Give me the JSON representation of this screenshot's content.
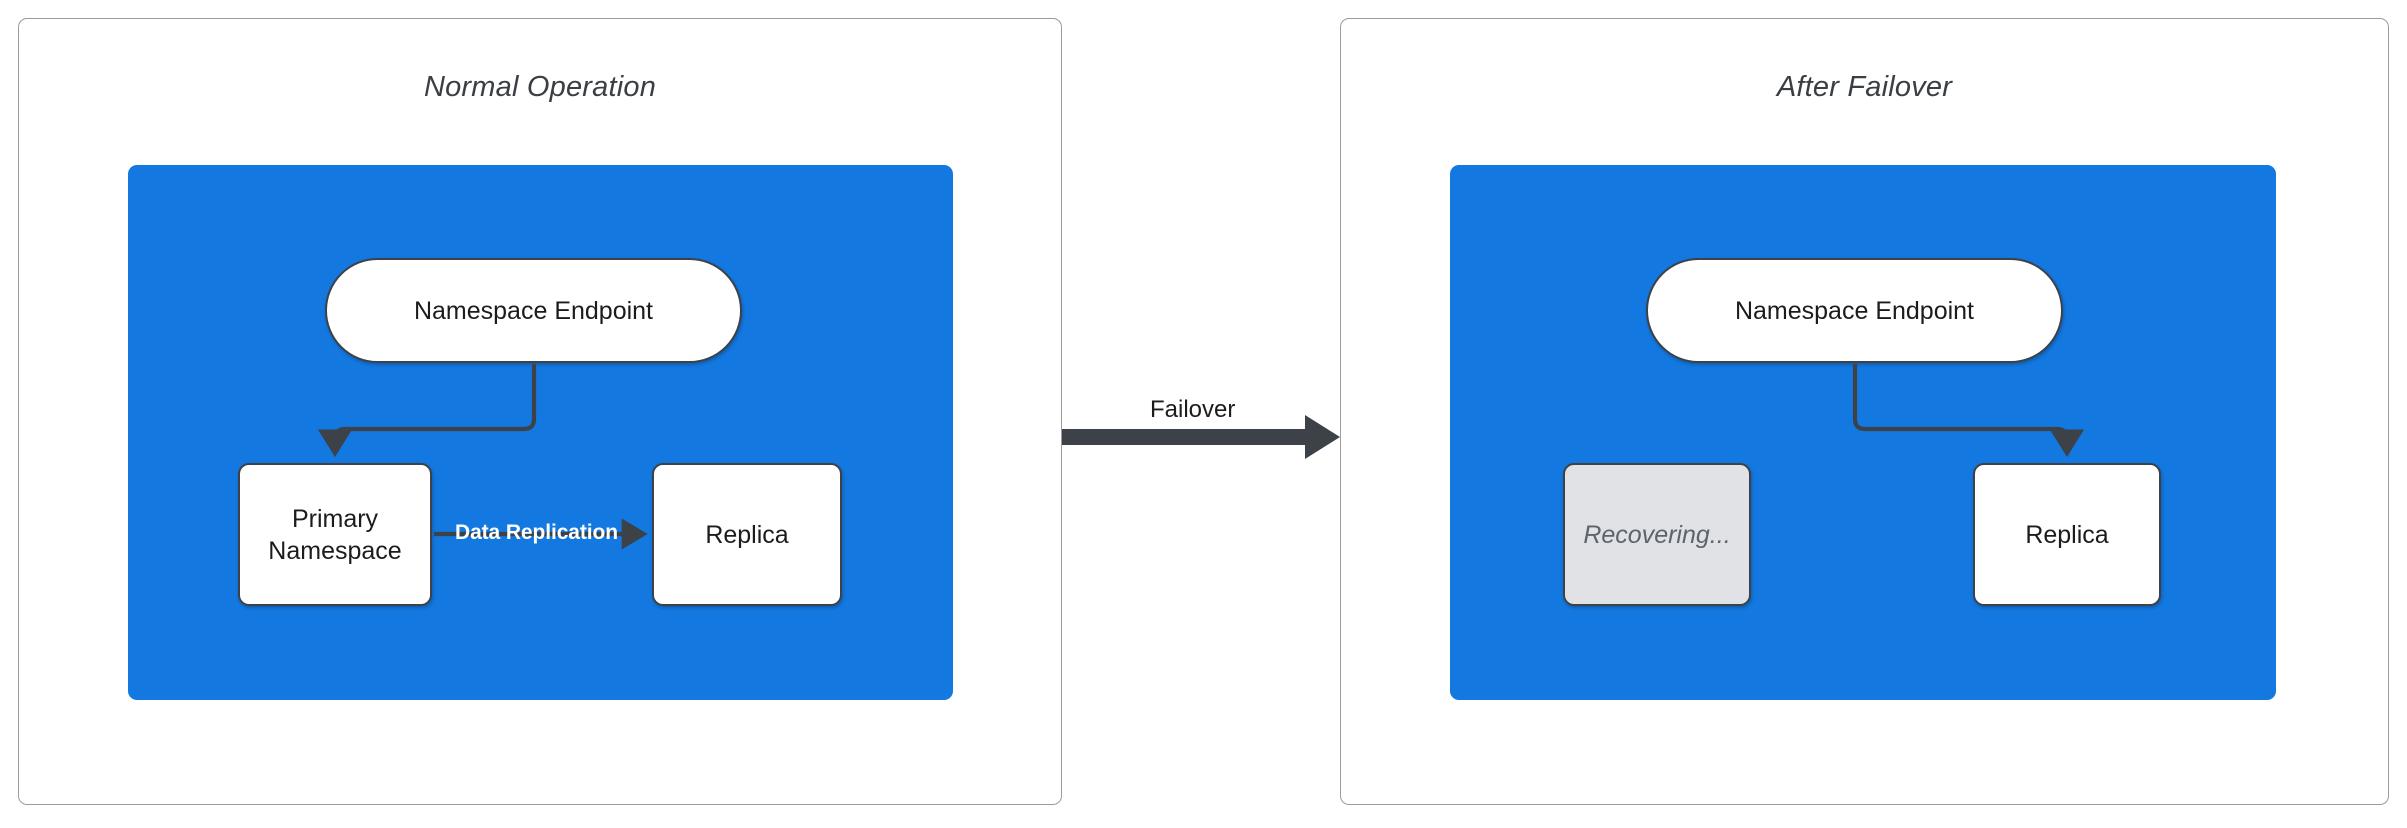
{
  "diagram": {
    "title_left": "Normal Operation",
    "title_right": "After Failover",
    "colors": {
      "zone_blue": "#1378e0",
      "node_stroke": "#3c4248",
      "node_fill": "#ffffff",
      "muted_fill": "#e0e2e5",
      "muted_text": "#5d646c",
      "panel_border": "#9c9c9c",
      "arrow_dark": "#3c4248",
      "replication_label": "#ffffff"
    }
  },
  "panels": [
    {
      "id": "normal-operation",
      "title": "Normal Operation",
      "nodes": [
        {
          "id": "namespace-endpoint-left",
          "label": "Namespace Endpoint",
          "shape": "pill",
          "state": "active"
        },
        {
          "id": "primary-namespace",
          "label": "Primary\nNamespace",
          "shape": "rectangle",
          "state": "active"
        },
        {
          "id": "replica-left",
          "label": "Replica",
          "shape": "rectangle",
          "state": "active"
        }
      ],
      "edges": [
        {
          "from": "namespace-endpoint-left",
          "to": "primary-namespace",
          "label": ""
        },
        {
          "from": "primary-namespace",
          "to": "replica-left",
          "label": "Data Replication"
        }
      ]
    },
    {
      "id": "after-failover",
      "title": "After Failover",
      "nodes": [
        {
          "id": "namespace-endpoint-right",
          "label": "Namespace Endpoint",
          "shape": "pill",
          "state": "active"
        },
        {
          "id": "recovering",
          "label": "Recovering...",
          "shape": "rectangle",
          "state": "recovering"
        },
        {
          "id": "replica-right",
          "label": "Replica",
          "shape": "rectangle",
          "state": "active"
        }
      ],
      "edges": [
        {
          "from": "namespace-endpoint-right",
          "to": "replica-right",
          "label": ""
        }
      ]
    }
  ],
  "labels": {
    "primary_line1": "Primary",
    "primary_line2": "Namespace",
    "namespace_endpoint": "Namespace Endpoint",
    "replica": "Replica",
    "recovering": "Recovering...",
    "data_replication": "Data Replication",
    "failover": "Failover"
  }
}
